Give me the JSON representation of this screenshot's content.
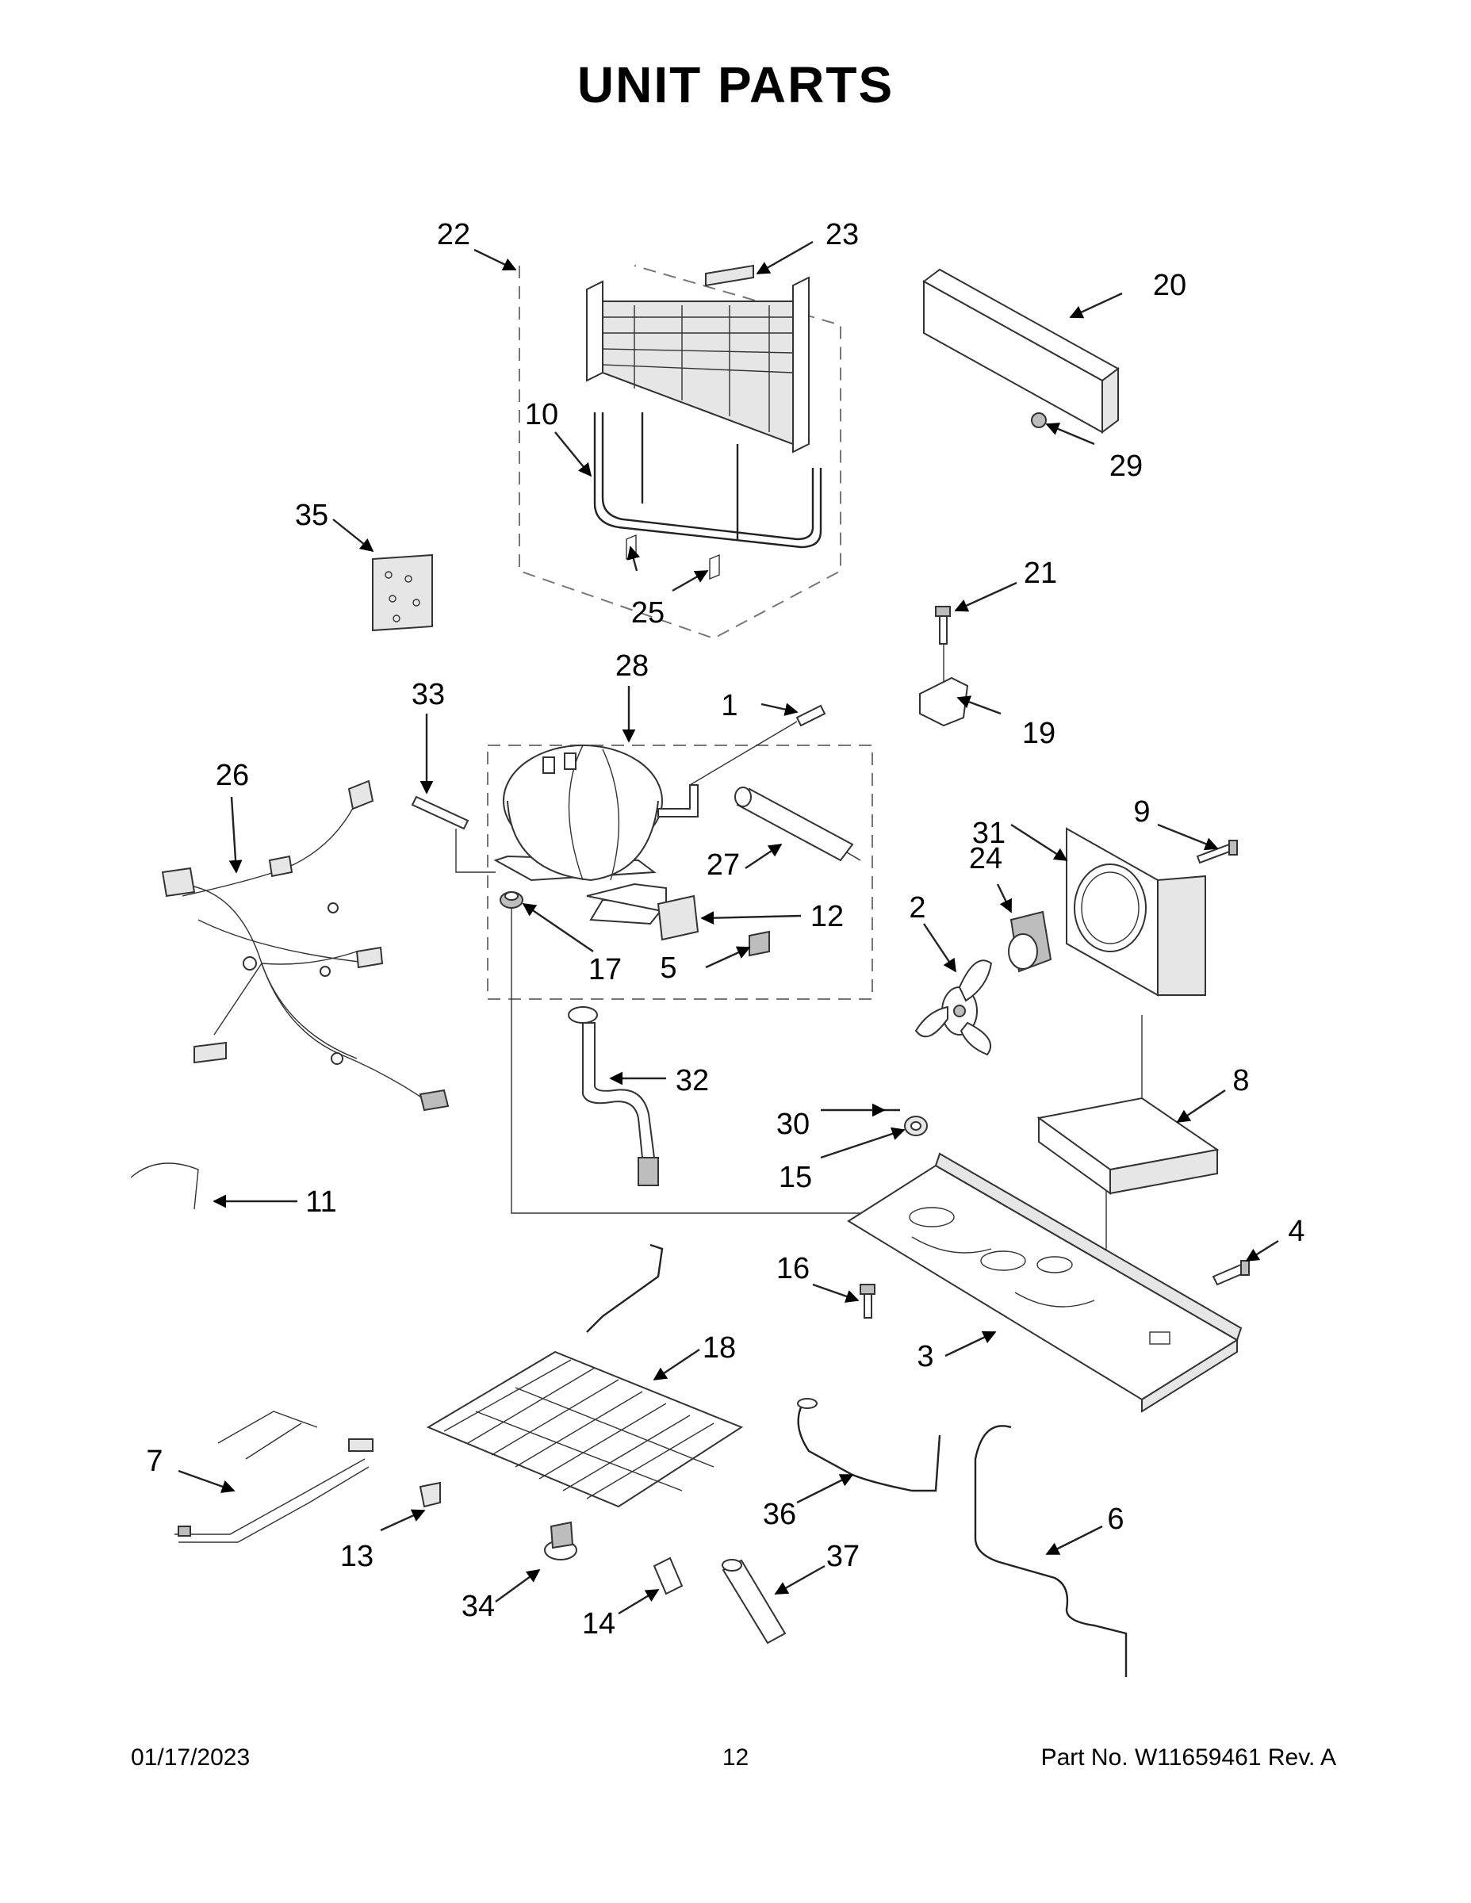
{
  "title": "UNIT  PARTS",
  "footer": {
    "date": "01/17/2023",
    "page": "12",
    "part_no": "Part No.  W11659461  Rev.  A"
  },
  "callouts": [
    "1",
    "2",
    "3",
    "4",
    "5",
    "6",
    "7",
    "8",
    "9",
    "10",
    "11",
    "12",
    "13",
    "14",
    "15",
    "16",
    "17",
    "18",
    "19",
    "20",
    "21",
    "22",
    "23",
    "24",
    "25",
    "26",
    "27",
    "28",
    "29",
    "30",
    "31",
    "32",
    "33",
    "34",
    "35",
    "36",
    "37"
  ]
}
